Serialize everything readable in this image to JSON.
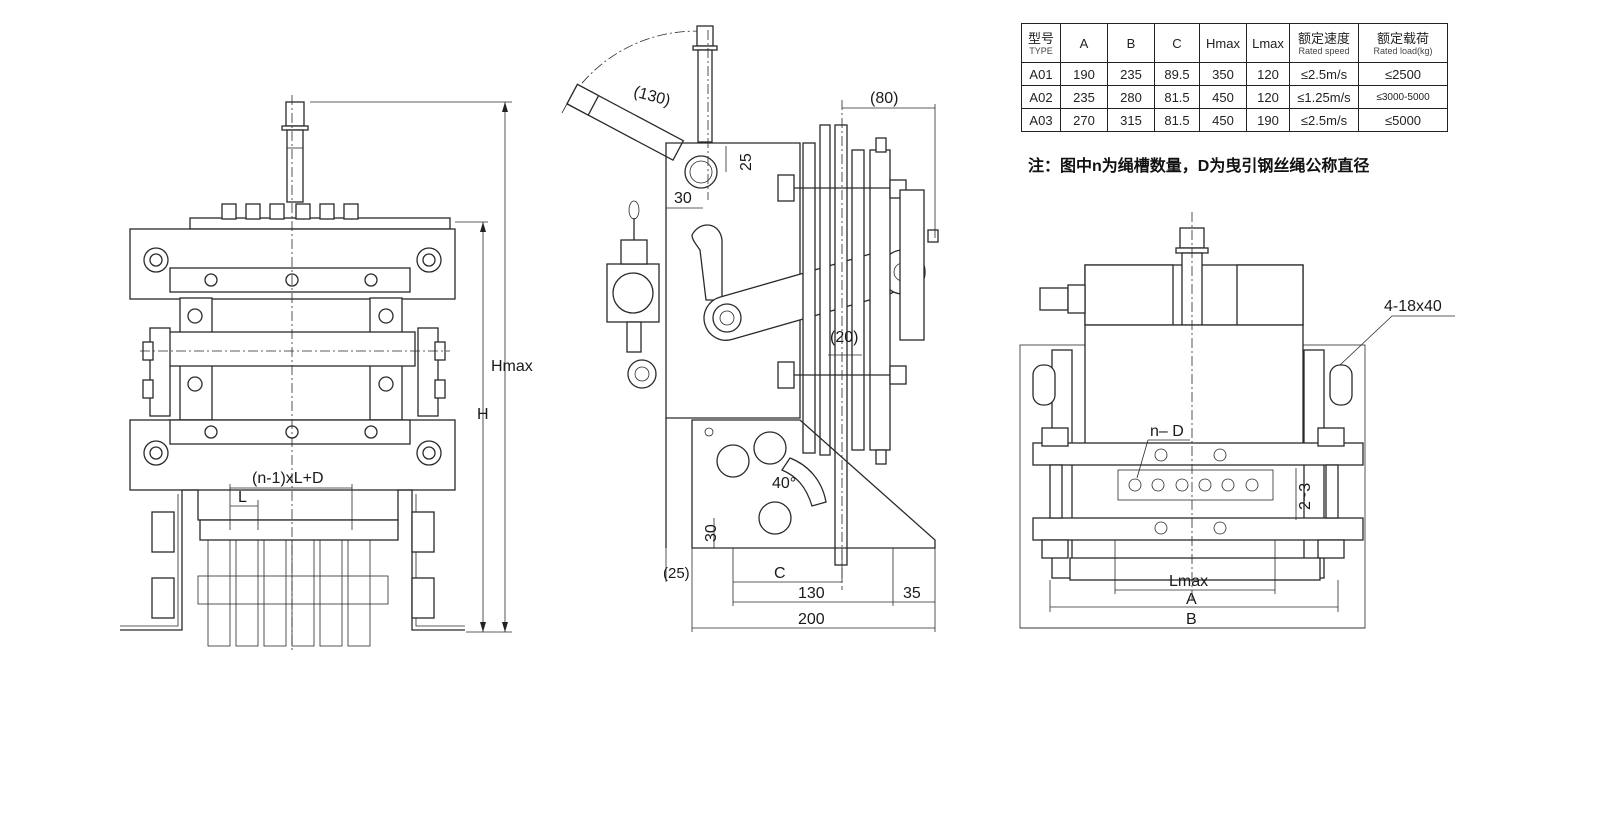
{
  "table": {
    "headers": [
      {
        "top": "型号",
        "sub": "TYPE"
      },
      {
        "top": "A",
        "sub": ""
      },
      {
        "top": "B",
        "sub": ""
      },
      {
        "top": "C",
        "sub": ""
      },
      {
        "top": "Hmax",
        "sub": ""
      },
      {
        "top": "Lmax",
        "sub": ""
      },
      {
        "top": "额定速度",
        "sub": "Rated speed"
      },
      {
        "top": "额定载荷",
        "sub": "Rated load(kg)"
      }
    ],
    "rows": [
      [
        "A01",
        "190",
        "235",
        "89.5",
        "350",
        "120",
        "≤2.5m/s",
        "≤2500"
      ],
      [
        "A02",
        "235",
        "280",
        "81.5",
        "450",
        "120",
        "≤1.25m/s",
        "≤3000-5000"
      ],
      [
        "A03",
        "270",
        "315",
        "81.5",
        "450",
        "190",
        "≤2.5m/s",
        "≤5000"
      ]
    ]
  },
  "note": "注：图中n为绳槽数量，D为曳引钢丝绳公称直径",
  "front_view": {
    "hmax": "Hmax",
    "h": "H",
    "pitch_formula": "(n-1)xL+D",
    "l": "L"
  },
  "side_view": {
    "dim_130_paren": "(130)",
    "dim_80": "(80)",
    "dim_25": "25",
    "dim_30_top": "30",
    "dim_20": "(20)",
    "angle_40": "40°",
    "dim_30_low": "30",
    "dim_25_paren": "(25)",
    "dim_c": "C",
    "dim_130": "130",
    "dim_35": "35",
    "dim_200": "200"
  },
  "plan_view": {
    "holes": "4-18x40",
    "n_d": "n– D",
    "gap": "2~3",
    "lmax": "Lmax",
    "a": "A",
    "b": "B"
  }
}
